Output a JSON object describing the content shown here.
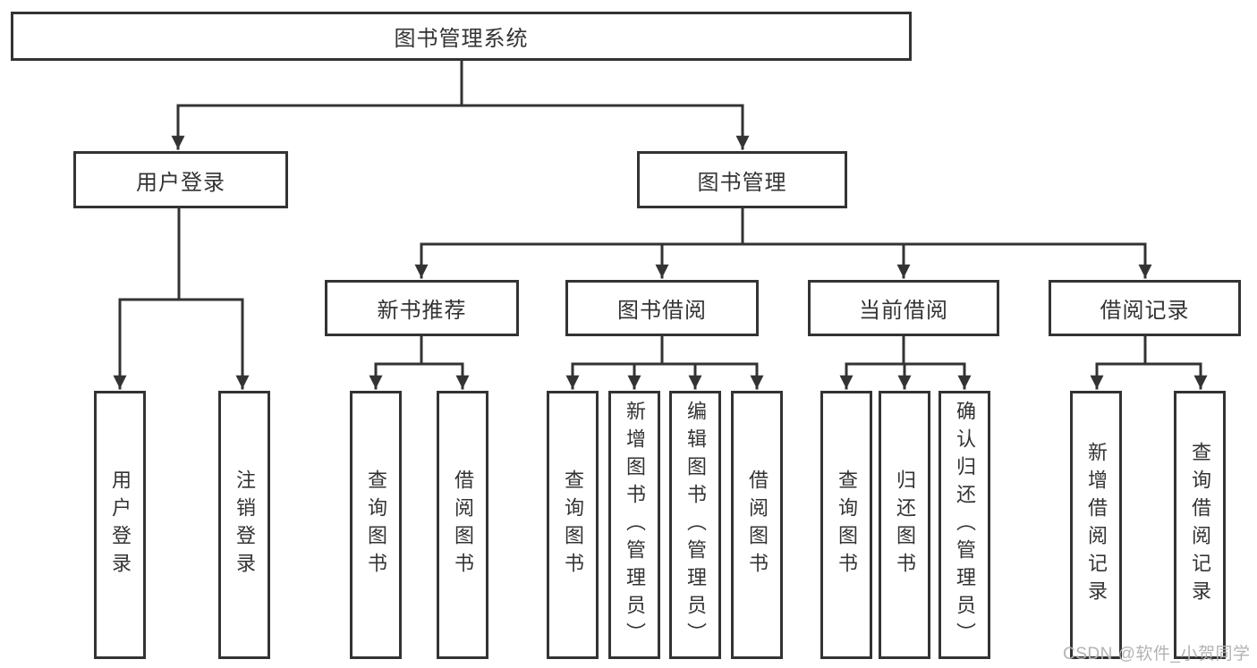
{
  "diagram": {
    "root": {
      "label": "图书管理系统"
    },
    "level2": {
      "user_login": {
        "label": "用户登录"
      },
      "book_mgmt": {
        "label": "图书管理"
      }
    },
    "level3": {
      "new_book_rec": {
        "label": "新书推荐"
      },
      "book_borrow": {
        "label": "图书借阅"
      },
      "current_borrow": {
        "label": "当前借阅"
      },
      "borrow_records": {
        "label": "借阅记录"
      }
    },
    "leaves": [
      "用户登录",
      "注销登录",
      "查询图书",
      "借阅图书",
      "查询图书",
      "新增图书（管理员）",
      "编辑图书（管理员）",
      "借阅图书",
      "查询图书",
      "归还图书",
      "确认归还（管理员）",
      "新增借阅记录",
      "查询借阅记录"
    ]
  },
  "watermark": {
    "text": "CSDN @软件_小贺同学"
  },
  "colors": {
    "line": "#333333",
    "box_border": "#333333",
    "box_fill": "#ffffff",
    "text": "#333333",
    "watermark": "#b3b3b3",
    "background": "#ffffff"
  }
}
